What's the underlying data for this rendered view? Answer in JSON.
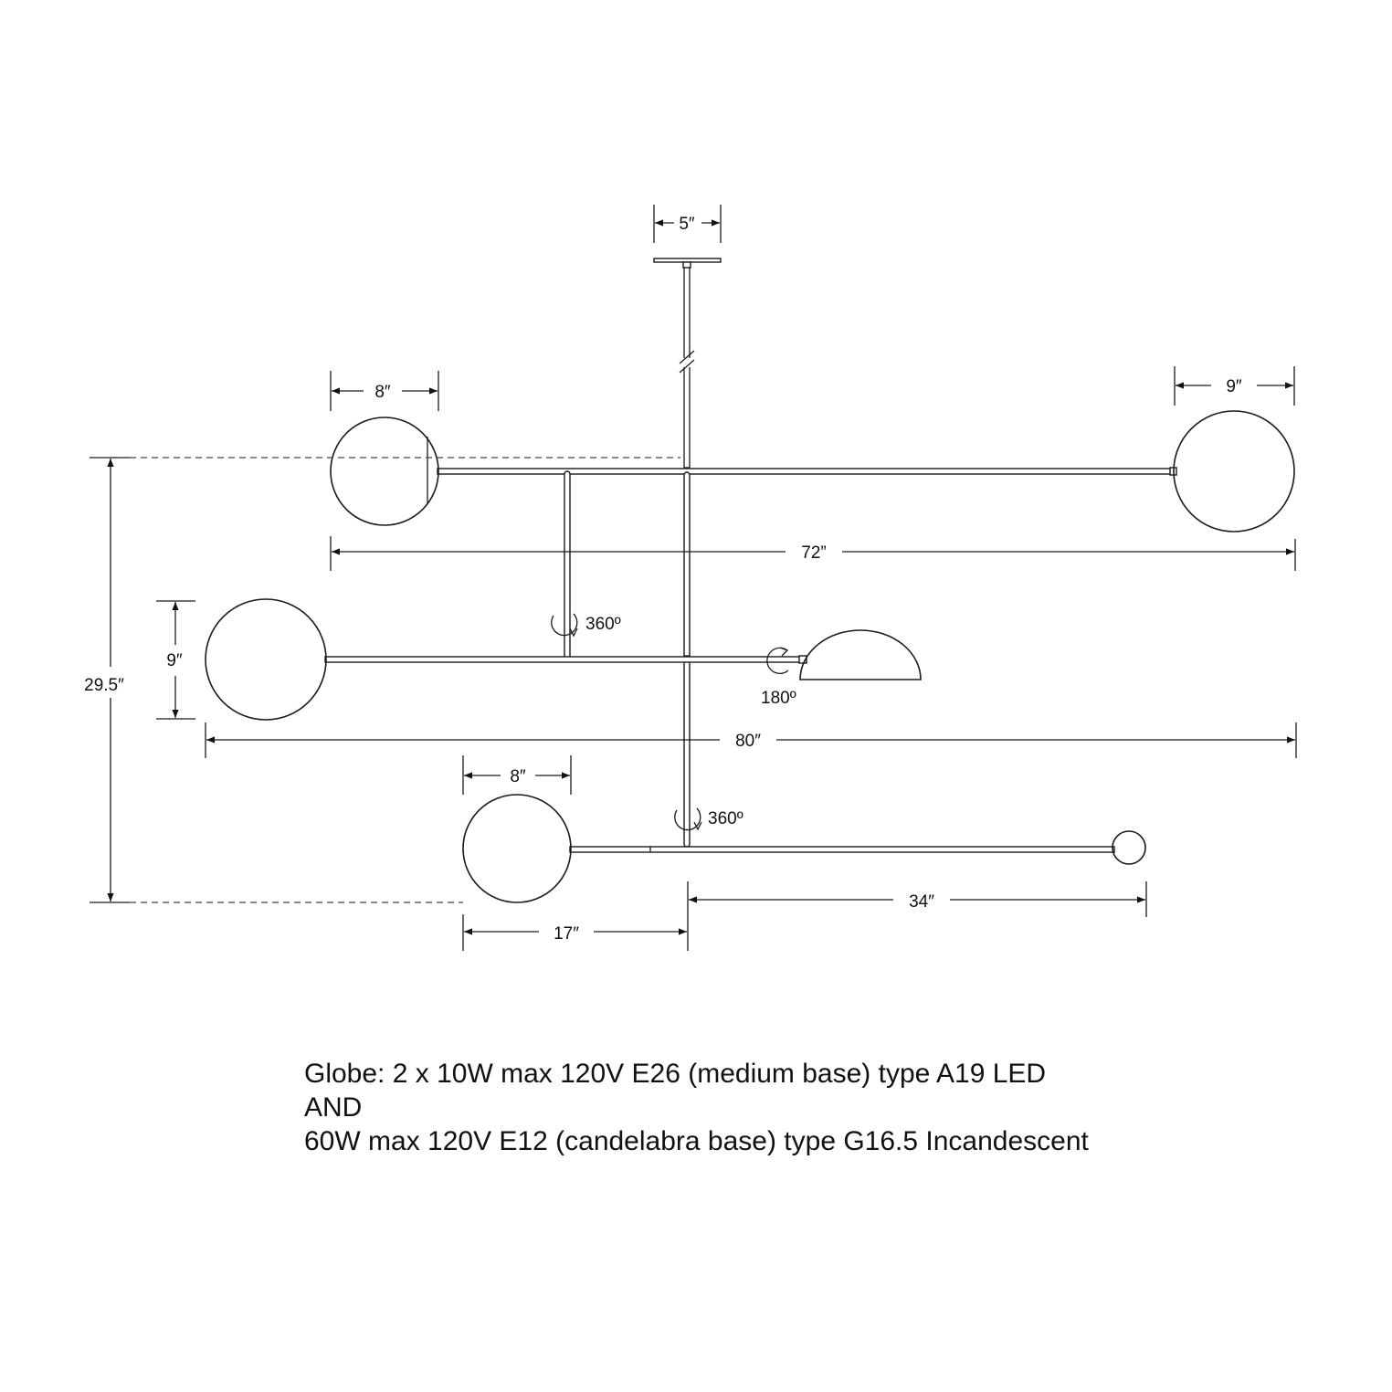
{
  "dimensions": {
    "canopy_width": "5″",
    "globe_top_left": "8″",
    "globe_top_right": "9″",
    "top_arm_span": "72”",
    "globe_mid_left": "9″",
    "mid_arm_span": "80″",
    "globe_bottom_left": "8″",
    "bottom_right_span": "34″",
    "bottom_left_span": "17″",
    "overall_height": "29.5″"
  },
  "rotation": {
    "upper_pivot": "360º",
    "shade_pivot": "180º",
    "lower_pivot": "360º"
  },
  "spec": {
    "line1": "Globe: 2 x 10W max 120V E26 (medium base) type A19 LED",
    "line2": "AND",
    "line3": "60W max 120V E12 (candelabra base) type G16.5 Incandescent"
  }
}
